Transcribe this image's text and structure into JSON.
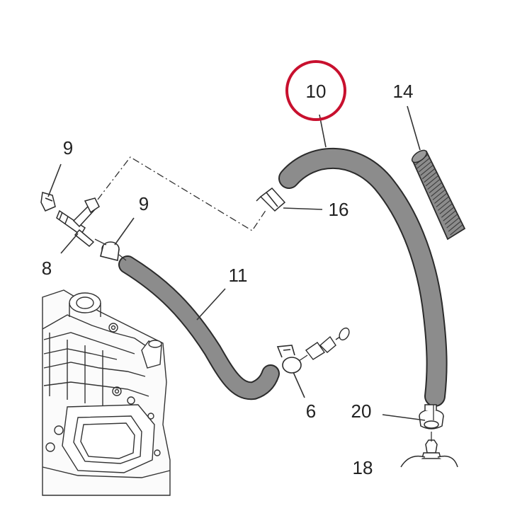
{
  "labels": {
    "part_10": "10",
    "part_14": "14",
    "part_9_top": "9",
    "part_9_mid": "9",
    "part_16": "16",
    "part_8": "8",
    "part_11": "11",
    "part_6": "6",
    "part_20": "20",
    "part_18": "18"
  },
  "colors": {
    "hose": "#8c8c8c",
    "highlight": "#c8102e",
    "line": "#333333"
  },
  "highlighted_part": "10"
}
